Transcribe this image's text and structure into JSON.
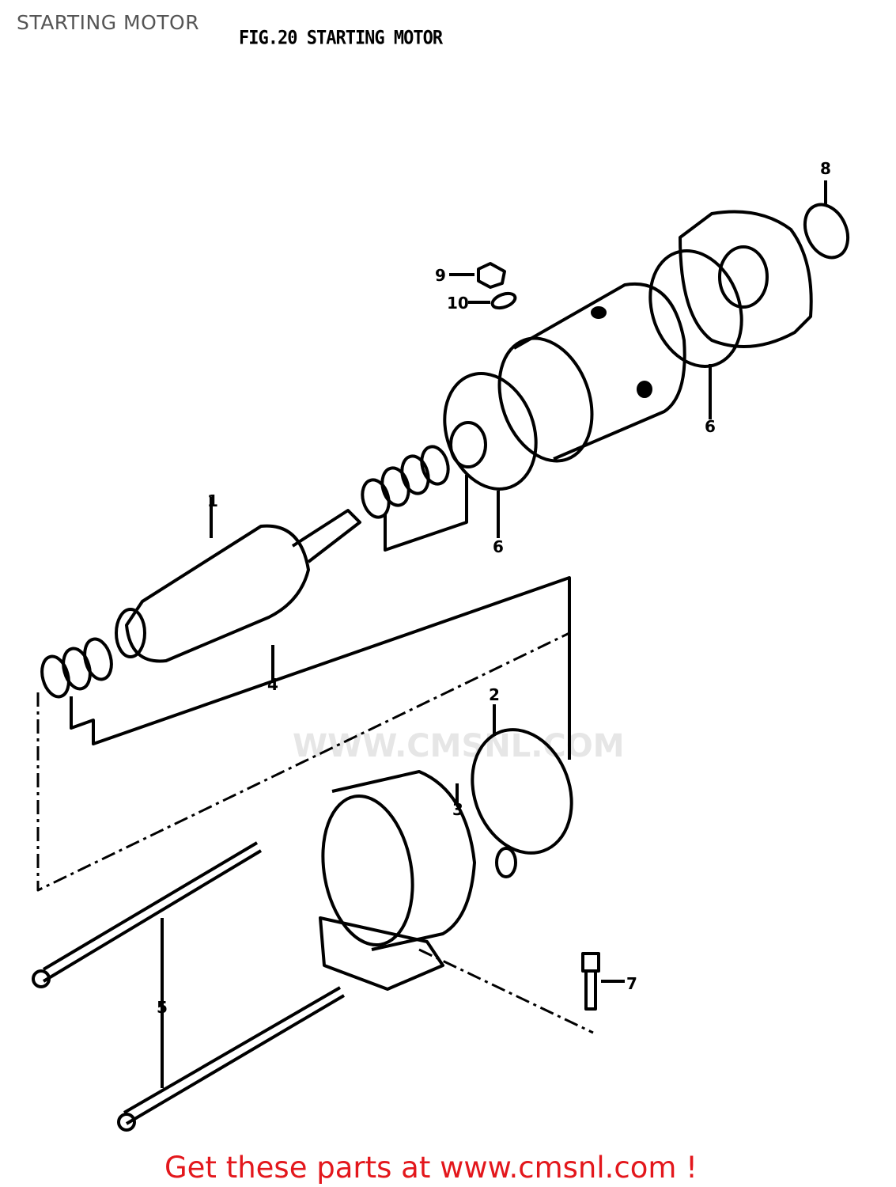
{
  "page_title": "STARTING MOTOR",
  "figure_title": "FIG.20  STARTING MOTOR",
  "watermark": "WWW.CMSNL.COM",
  "callouts": [
    "1",
    "2",
    "3",
    "4",
    "5",
    "6",
    "6",
    "7",
    "8",
    "9",
    "10"
  ],
  "footer_link": "Get these parts at www.cmsnl.com !",
  "colors": {
    "footer": "#e3171c",
    "line": "#000000",
    "watermark": "#e6e6e6"
  }
}
